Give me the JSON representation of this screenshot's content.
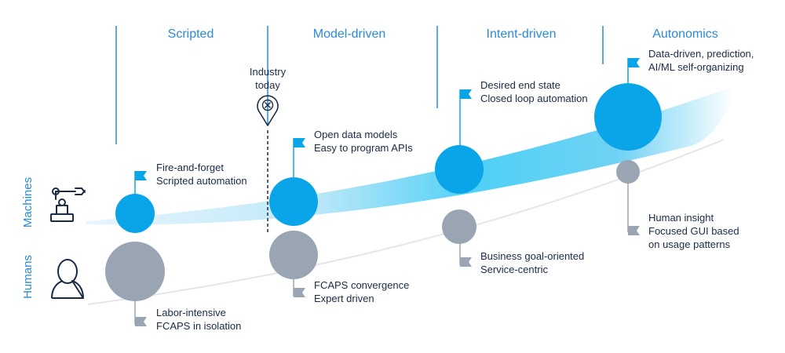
{
  "phases": [
    "Scripted",
    "Model-driven",
    "Intent-driven",
    "Autonomics"
  ],
  "side_labels": {
    "machines": "Machines",
    "humans": "Humans"
  },
  "industry_marker": {
    "line1": "Industry",
    "line2": "today"
  },
  "machine_notes": [
    {
      "line1": "Fire-and-forget",
      "line2": "Scripted automation"
    },
    {
      "line1": "Open data models",
      "line2": "Easy to program APIs"
    },
    {
      "line1": "Desired end state",
      "line2": "Closed loop automation"
    },
    {
      "line1": "Data-driven, prediction,",
      "line2": "AI/ML self-organizing"
    }
  ],
  "human_notes": [
    {
      "line1": "Labor-intensive",
      "line2": "FCAPS in isolation"
    },
    {
      "line1": "FCAPS convergence",
      "line2": "Expert driven"
    },
    {
      "line1": "Business goal-oriented",
      "line2": "Service-centric"
    },
    {
      "line1": "Human insight",
      "line2": "Focused GUI based",
      "line3": "on usage patterns"
    }
  ],
  "colors": {
    "machine_blue": "#0aa5e8",
    "human_gray": "#9aa5b4",
    "label_blue": "#2a8bd6",
    "text_navy": "#1a2b48",
    "band_light": "#c7e9f9",
    "band_mid": "#5dccf4",
    "curve_gray": "#e3e7ec"
  },
  "icons": {
    "machines": "robot-arm-icon",
    "humans": "person-icon",
    "industry": "location-pin-x-icon"
  }
}
